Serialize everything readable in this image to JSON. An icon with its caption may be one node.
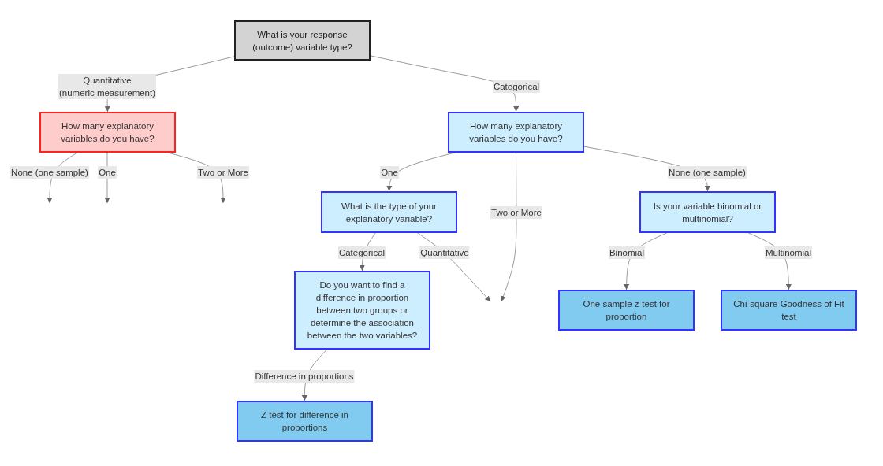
{
  "diagram": {
    "nodes": [
      {
        "text": [
          "What is your response (outcome) variable type?"
        ]
      },
      {
        "text": [
          "How many explanatory variables do you have?"
        ]
      },
      {
        "text": [
          "How many explanatory variables do you have?"
        ]
      },
      {
        "text": [
          "What is the type of your explanatory variable?"
        ]
      },
      {
        "text": [
          "Is your variable binomial or multinomial?"
        ]
      },
      {
        "text": [
          "Do you want to find a difference in proportion between two groups or determine the association between the two variables?"
        ]
      },
      {
        "text": [
          "One sample z-test for proportion"
        ]
      },
      {
        "text": [
          "Chi-square Goodness of Fit test"
        ]
      },
      {
        "text": [
          "Z test for difference in proportions"
        ]
      }
    ],
    "edges": [
      {
        "from": 0,
        "to": 1,
        "arrow": "to",
        "label": "Quantitative (numeric measurement)"
      },
      {
        "from": 0,
        "to": 2,
        "arrow": "to",
        "label": "Categorical"
      },
      {
        "from": 1,
        "to": null,
        "arrow": "to",
        "label": "None (one sample)"
      },
      {
        "from": 1,
        "to": null,
        "arrow": "to",
        "label": "One"
      },
      {
        "from": 1,
        "to": null,
        "arrow": "to",
        "label": "Two or More"
      },
      {
        "from": 2,
        "to": 3,
        "arrow": "to",
        "label": "One"
      },
      {
        "from": 2,
        "to": null,
        "arrow": "to",
        "label": "Two or More"
      },
      {
        "from": 2,
        "to": 4,
        "arrow": "to",
        "label": "None (one sample)"
      },
      {
        "from": 3,
        "to": 5,
        "arrow": "to",
        "label": "Categorical"
      },
      {
        "from": 3,
        "to": null,
        "arrow": "to",
        "label": "Quantitative"
      },
      {
        "from": 4,
        "to": 6,
        "arrow": "to",
        "label": "Binomial"
      },
      {
        "from": 4,
        "to": 7,
        "arrow": "to",
        "label": "Multinomial"
      },
      {
        "from": 5,
        "to": 8,
        "arrow": "to",
        "label": "Difference in proportions"
      }
    ]
  }
}
